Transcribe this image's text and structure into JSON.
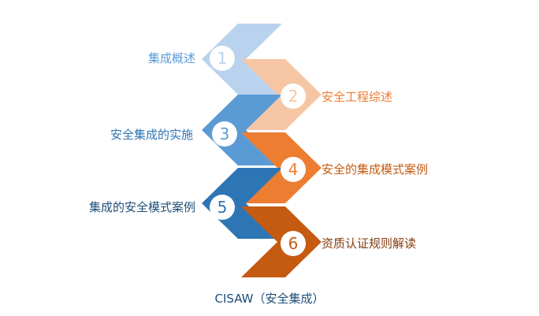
{
  "steps": [
    {
      "number": "1",
      "label": "集成概述",
      "color": "#b9d3ee",
      "text_color": "#5b9bd5"
    },
    {
      "number": "2",
      "label": "安全工程综述",
      "color": "#f6c6a4",
      "text_color": "#ed7d31"
    },
    {
      "number": "3",
      "label": "安全集成的实施",
      "color": "#5b9bd5",
      "text_color": "#2e74b5"
    },
    {
      "number": "4",
      "label": "安全的集成模式案例",
      "color": "#ed7d31",
      "text_color": "#c55a11"
    },
    {
      "number": "5",
      "label": "集成的安全模式案例",
      "color": "#2e75b6",
      "text_color": "#1f4e79"
    },
    {
      "number": "6",
      "label": "资质认证规则解读",
      "color": "#c55a11",
      "text_color": "#843c0c"
    }
  ],
  "caption": "CISAW（安全集成）"
}
